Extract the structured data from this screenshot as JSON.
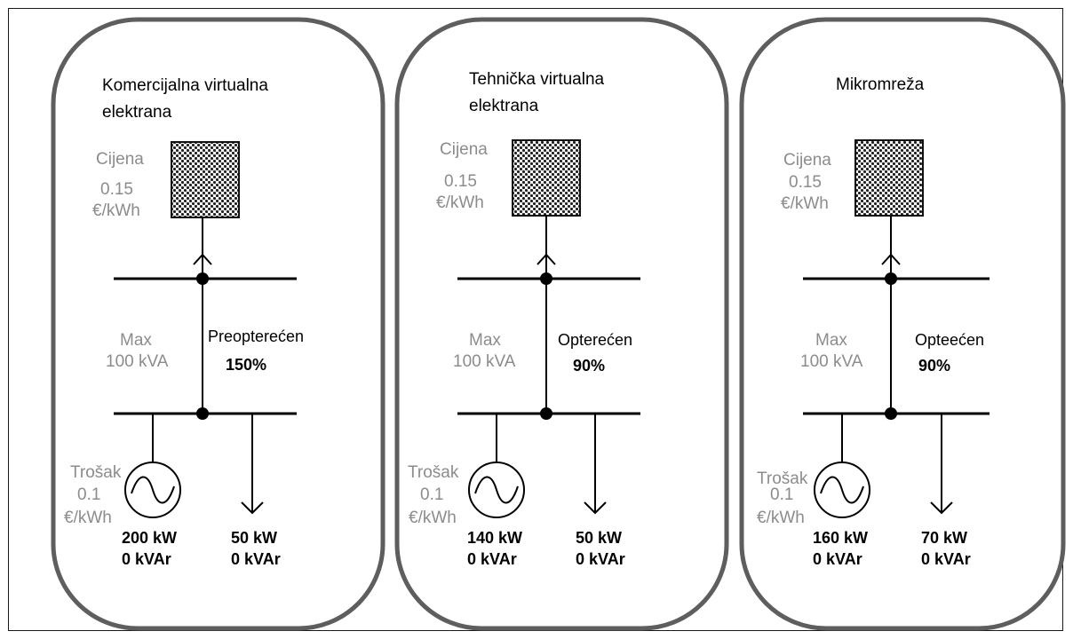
{
  "panels": [
    {
      "title_lines": [
        "Komercijalna virtualna",
        "elektrana"
      ],
      "price_label": "Cijena",
      "price_value": "0.15",
      "price_unit": "€/kWh",
      "max_label": "Max",
      "max_value": "100 kVA",
      "status_label": "Preopterećen",
      "status_percent": "150%",
      "cost_label": "Trošak",
      "cost_value": "0.1",
      "cost_unit": "€/kWh",
      "gen_kw": "200 kW",
      "gen_kvar": "0 kVAr",
      "load_kw": "50 kW",
      "load_kvar": "0 kVAr"
    },
    {
      "title_lines": [
        "Tehnička virtualna",
        "elektrana"
      ],
      "price_label": "Cijena",
      "price_value": "0.15",
      "price_unit": "€/kWh",
      "max_label": "Max",
      "max_value": "100 kVA",
      "status_label": "Opterećen",
      "status_percent": "90%",
      "cost_label": "Trošak",
      "cost_value": "0.1",
      "cost_unit": "€/kWh",
      "gen_kw": "140 kW",
      "gen_kvar": "0 kVAr",
      "load_kw": "50 kW",
      "load_kvar": "0 kVAr"
    },
    {
      "title_lines": [
        "Mikromreža",
        ""
      ],
      "price_label": "Cijena",
      "price_value": "0.15",
      "price_unit": "€/kWh",
      "max_label": "Max",
      "max_value": "100 kVA",
      "status_label": "Opteećen",
      "status_percent": "90%",
      "cost_label": "Trošak",
      "cost_value": "0.1",
      "cost_unit": "€/kWh",
      "gen_kw": "160 kW",
      "gen_kvar": "0 kVAr",
      "load_kw": "70 kW",
      "load_kvar": "0 kVAr"
    }
  ]
}
